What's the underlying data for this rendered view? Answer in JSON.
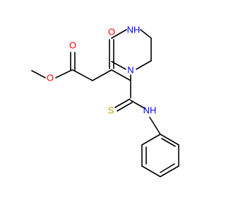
{
  "molecule": {
    "atoms": {
      "oxygen_ester_carbonyl": "O",
      "oxygen_ester_methoxy": "O",
      "oxygen_ring_carbonyl": "O",
      "nitrogen_amide_nh": "NH",
      "nitrogen_ring": "N",
      "sulfur_thione": "S",
      "nitrogen_thioamide_nh": "NH"
    },
    "colors": {
      "oxygen": "#ff0000",
      "nitrogen": "#0000ff",
      "sulfur": "#b8a000",
      "bond": "#000000"
    }
  }
}
